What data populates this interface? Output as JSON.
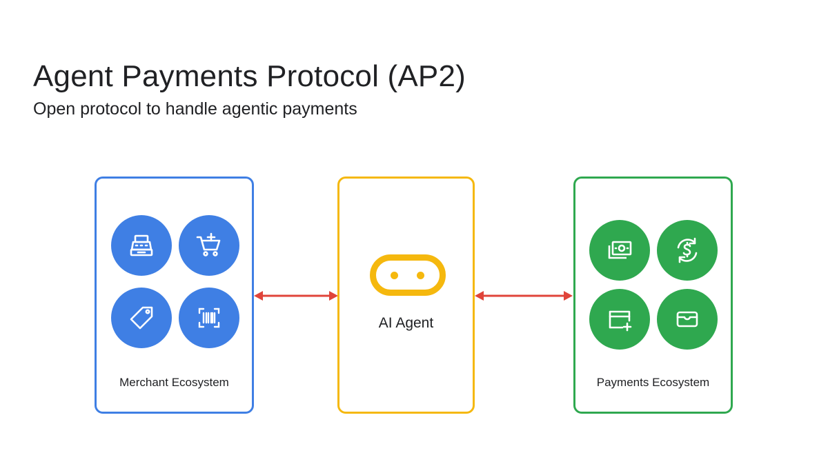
{
  "header": {
    "title": "Agent Payments Protocol (AP2)",
    "subtitle": "Open protocol to handle agentic payments"
  },
  "colors": {
    "merchant": "#3F7FE4",
    "agent": "#F5B80E",
    "payments": "#2FA84F",
    "arrow": "#E0443A",
    "text": "#202124"
  },
  "merchant": {
    "label": "Merchant Ecosystem",
    "icons": [
      "cash-register-icon",
      "add-to-cart-icon",
      "price-tag-icon",
      "barcode-scanner-icon"
    ]
  },
  "agent": {
    "label": "AI Agent",
    "icon": "robot-face-icon"
  },
  "payments": {
    "label": "Payments Ecosystem",
    "icons": [
      "cash-bills-icon",
      "currency-exchange-icon",
      "add-card-icon",
      "wallet-icon"
    ]
  },
  "connections": [
    {
      "from": "Merchant Ecosystem",
      "to": "AI Agent",
      "direction": "bidirectional"
    },
    {
      "from": "AI Agent",
      "to": "Payments Ecosystem",
      "direction": "bidirectional"
    }
  ]
}
